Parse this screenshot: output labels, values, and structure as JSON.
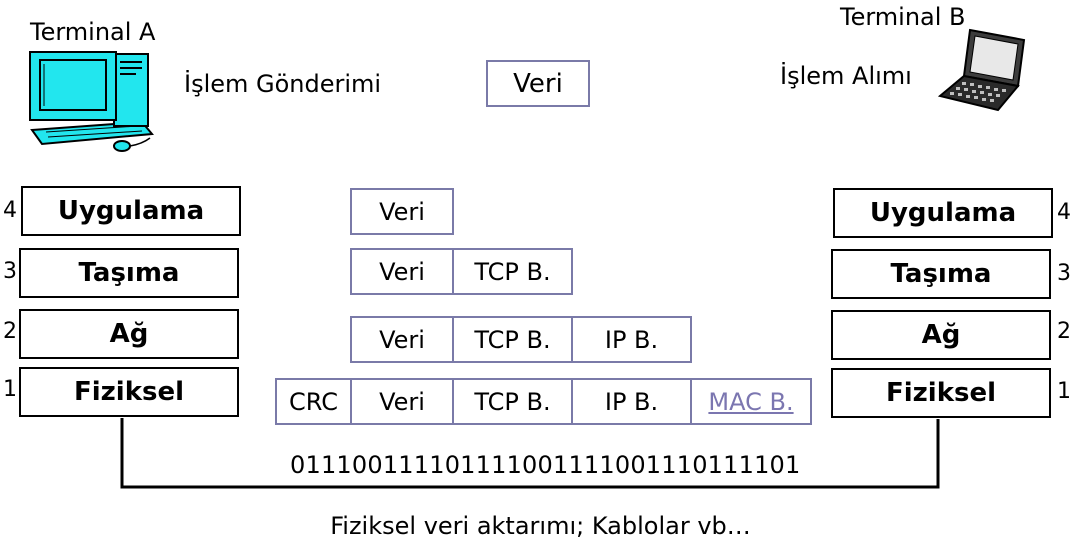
{
  "terminal_a": {
    "title": "Terminal A",
    "action": "İşlem Gönderimi"
  },
  "terminal_b": {
    "title": "Terminal B",
    "action": "İşlem Alımı"
  },
  "top_data_label": "Veri",
  "layers": [
    {
      "number": "4",
      "name": "Uygulama"
    },
    {
      "number": "3",
      "name": "Taşıma"
    },
    {
      "number": "2",
      "name": "Ağ"
    },
    {
      "number": "1",
      "name": "Fiziksel"
    }
  ],
  "packets": {
    "row4": [
      "Veri"
    ],
    "row3": [
      "Veri",
      "TCP B."
    ],
    "row2": [
      "Veri",
      "TCP B.",
      "IP B."
    ],
    "row1": [
      "CRC",
      "Veri",
      "TCP B.",
      "IP B.",
      "MAC B."
    ]
  },
  "bitstream": "011100111101111001111001110111101",
  "caption": "Fiziksel veri aktarımı; Kablolar vb…",
  "colors": {
    "packet_border": "#7a7aa8",
    "mac_text": "#7b76b0",
    "computer_cyan": "#22e6ee"
  },
  "icons": [
    "desktop-computer-icon",
    "laptop-icon"
  ]
}
